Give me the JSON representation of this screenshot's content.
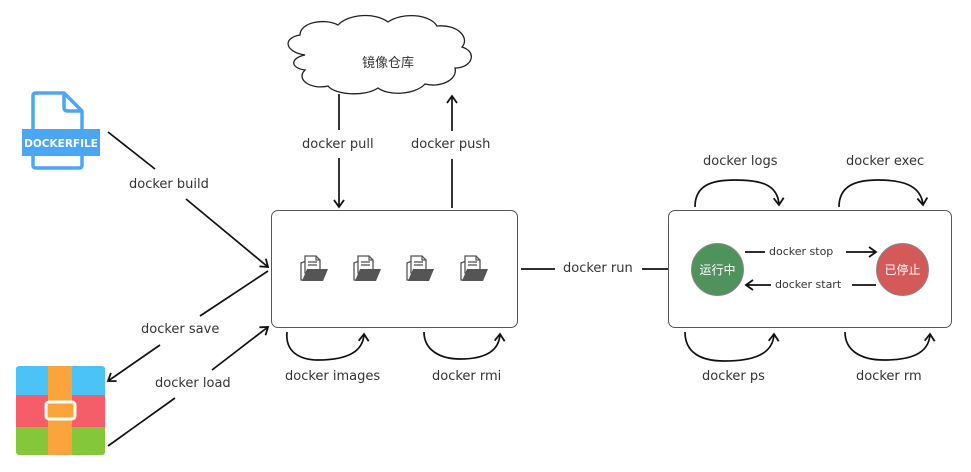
{
  "registry": {
    "label": "镜像仓库"
  },
  "dockerfile_icon": {
    "text": "DOCKERFILE",
    "color": "#4aa7f5"
  },
  "archive_icon": {
    "colors": {
      "top": "#4cc3f7",
      "middle": "#f55d69",
      "bottom": "#84c83a",
      "strap": "#fba43c"
    }
  },
  "commands": {
    "build": "docker build",
    "save": "docker save",
    "load": "docker load",
    "pull": "docker pull",
    "push": "docker push",
    "images": "docker images",
    "rmi": "docker rmi",
    "run": "docker run",
    "logs": "docker logs",
    "exec": "docker exec",
    "stop": "docker stop",
    "start": "docker start",
    "ps": "docker ps",
    "rm": "docker rm"
  },
  "states": {
    "running": {
      "label": "运行中",
      "color": "#4f935c"
    },
    "stopped": {
      "label": "已停止",
      "color": "#d45a5a"
    }
  },
  "image_store": {
    "image_count": 4
  }
}
